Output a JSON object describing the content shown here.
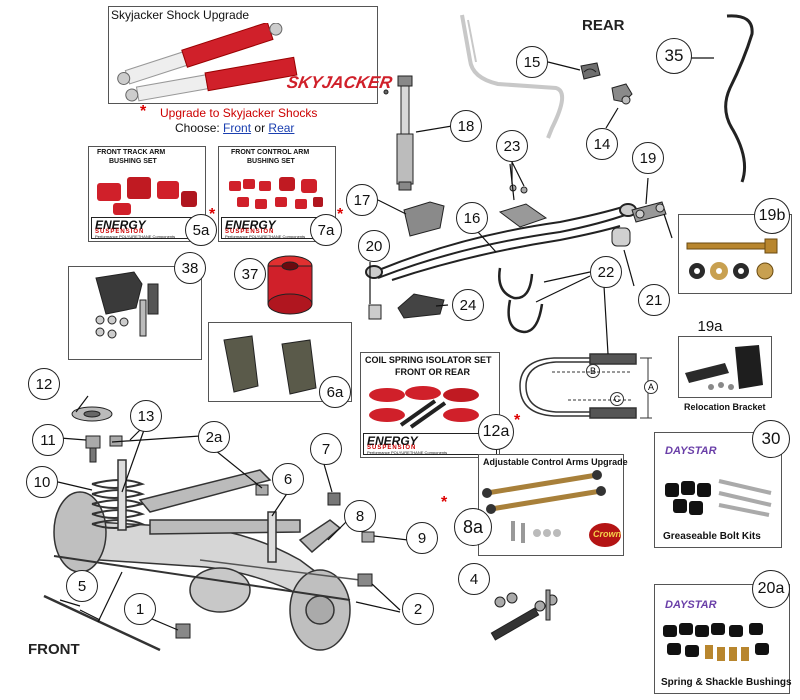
{
  "headings": {
    "rear": "REAR",
    "front": "FRONT"
  },
  "shock_box": {
    "title": "Skyjacker Shock Upgrade",
    "upgrade_text": "Upgrade to Skyjacker Shocks",
    "choose_text": "Choose:",
    "front_link": "Front",
    "or_text": "or",
    "rear_link": "Rear",
    "brand_logo": "SKYJACKER"
  },
  "track_arm_box": {
    "title_line1": "FRONT TRACK ARM",
    "title_line2": "BUSHING SET"
  },
  "control_arm_box": {
    "title_line1": "FRONT CONTROL ARM",
    "title_line2": "BUSHING SET"
  },
  "coil_box": {
    "title_line1": "COIL SPRING ISOLATOR SET",
    "title_line2": "FRONT OR REAR"
  },
  "energy_logo": {
    "line1": "ENERGY",
    "line2": "SUSPENSION",
    "line3": "Performance POLYURETHANE Components"
  },
  "adjustable_box": {
    "title": "Adjustable Control Arms Upgrade",
    "brand": "Crown"
  },
  "relocation_caption": "Relocation Bracket",
  "greaseable_box": {
    "caption": "Greaseable Bolt Kits",
    "brand": "DAYSTAR"
  },
  "spring_box": {
    "caption": "Spring & Shackle Bushings",
    "brand": "DAYSTAR"
  },
  "dimension_labels": [
    "B",
    "A",
    "C"
  ],
  "callouts": [
    "15",
    "35",
    "18",
    "14",
    "23",
    "19",
    "17",
    "16",
    "19b",
    "20",
    "22",
    "21",
    "24",
    "38",
    "37",
    "5a",
    "7a",
    "6a",
    "19a",
    "12",
    "13",
    "2a",
    "11",
    "10",
    "7",
    "6",
    "8",
    "9",
    "12a",
    "8a",
    "30",
    "5",
    "1",
    "2",
    "4",
    "20a"
  ],
  "accent_colors": {
    "link": "#1a3fb0",
    "star": "#d00000",
    "bushing_red": "#d0202a"
  }
}
